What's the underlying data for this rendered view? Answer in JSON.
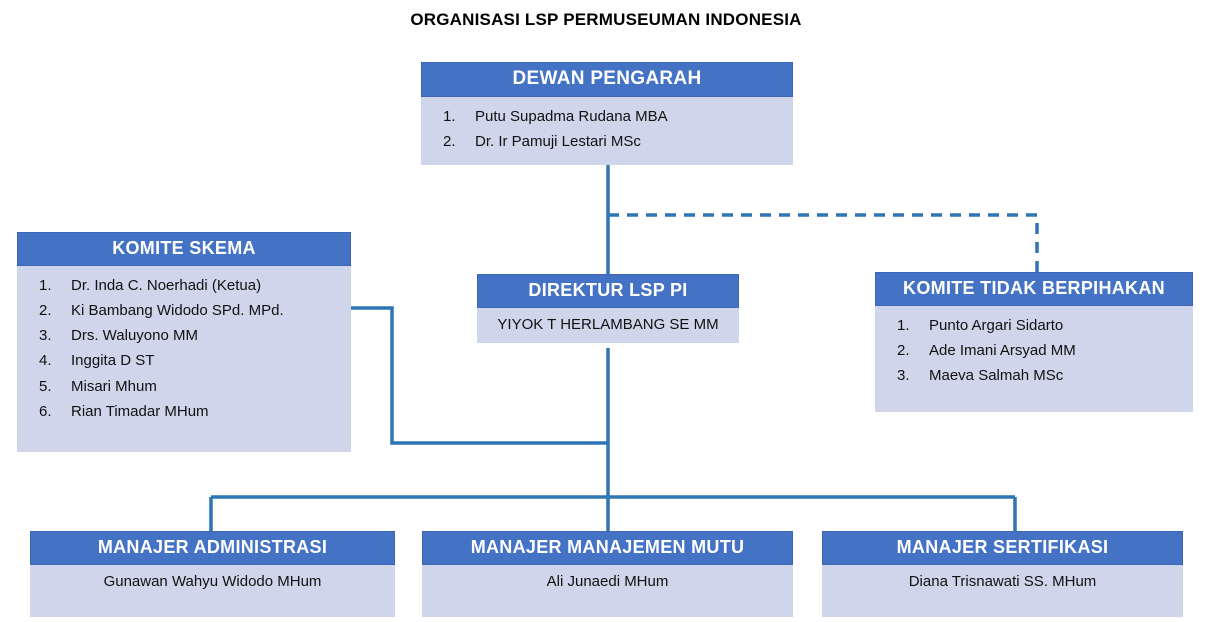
{
  "diagram": {
    "title": "ORGANISASI LSP PERMUSEUMAN INDONESIA",
    "type": "organizational-chart",
    "colors": {
      "header_fill": "#4472C4",
      "body_fill": "#CFD5EA",
      "connector": "#2E75B6",
      "header_text": "#FFFFFF",
      "body_text": "#111111",
      "background": "#FFFFFF"
    }
  },
  "nodes": {
    "dewan_pengarah": {
      "title": "DEWAN PENGARAH",
      "members": [
        "Putu Supadma Rudana MBA",
        "Dr. Ir Pamuji Lestari MSc"
      ]
    },
    "komite_skema": {
      "title": "KOMITE SKEMA",
      "members": [
        "Dr. Inda C. Noerhadi (Ketua)",
        "Ki Bambang Widodo SPd. MPd.",
        "Drs. Waluyono MM",
        "Inggita D ST",
        "Misari Mhum",
        "Rian Timadar MHum"
      ]
    },
    "direktur": {
      "title": "DIREKTUR LSP PI",
      "person": "YIYOK T HERLAMBANG SE MM"
    },
    "komite_tidak_berpihakan": {
      "title": "KOMITE TIDAK BERPIHAKAN",
      "members": [
        "Punto Argari Sidarto",
        "Ade Imani Arsyad MM",
        "Maeva Salmah MSc"
      ]
    },
    "manajer_administrasi": {
      "title": "MANAJER ADMINISTRASI",
      "person": "Gunawan Wahyu Widodo MHum"
    },
    "manajer_manajemen_mutu": {
      "title": "MANAJER MANAJEMEN MUTU",
      "person": "Ali Junaedi MHum"
    },
    "manajer_sertifikasi": {
      "title": "MANAJER SERTIFIKASI",
      "person": "Diana Trisnawati SS. MHum"
    }
  },
  "connectors": [
    {
      "name": "dewan-to-direktur",
      "style": "solid"
    },
    {
      "name": "dewan-to-komite-tidak-berpihakan",
      "style": "dashed"
    },
    {
      "name": "komite-skema-to-direktur",
      "style": "solid"
    },
    {
      "name": "direktur-to-managers",
      "style": "solid"
    }
  ]
}
